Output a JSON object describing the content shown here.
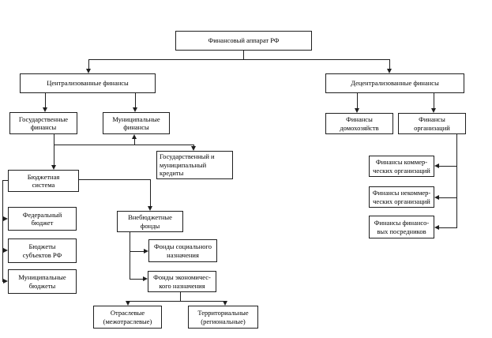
{
  "colors": {
    "background": "#ffffff",
    "box_border": "#1f1f1f",
    "line": "#1f1f1f",
    "text": "#000000"
  },
  "nodes": {
    "root": {
      "label": "Финансовый аппарат РФ"
    },
    "centralized": {
      "label": "Централизованные финансы"
    },
    "decentralized": {
      "label": "Децентрализованные финансы"
    },
    "state_finances": {
      "label": "Государственные\nфинансы"
    },
    "municipal_finances": {
      "label": "Муниципальные\nфинансы"
    },
    "household_finances": {
      "label": "Финансы\nдомохозяйств"
    },
    "org_finances": {
      "label": "Финансы\nорганизаций"
    },
    "state_municipal_credit": {
      "label": "Государственный и\nмуниципальный\nкредиты"
    },
    "budget_system": {
      "label": "Бюджетная\nсистема"
    },
    "federal_budget": {
      "label": "Федеральный\nбюджет"
    },
    "subject_budgets": {
      "label": "Бюджеты\nсубъектов РФ"
    },
    "municipal_budgets": {
      "label": "Муниципальные\nбюджеты"
    },
    "extrabudgetary_funds": {
      "label": "Внебюджетные\nфонды"
    },
    "social_funds": {
      "label": "Фонды социального\nназначения"
    },
    "economic_funds": {
      "label": "Фонды экономичес-\nкого назначения"
    },
    "commercial_org_finances": {
      "label": "Финансы коммер-\nческих организаций"
    },
    "noncommercial_org_finances": {
      "label": "Финансы некоммер-\nческих организаций"
    },
    "financial_intermediaries_finances": {
      "label": "Финансы финансо-\nвых посредников"
    },
    "sectoral_funds": {
      "label": "Отраслевые\n(межотраслевые)"
    },
    "territorial_funds": {
      "label": "Территориальные\n(региональные)"
    }
  }
}
